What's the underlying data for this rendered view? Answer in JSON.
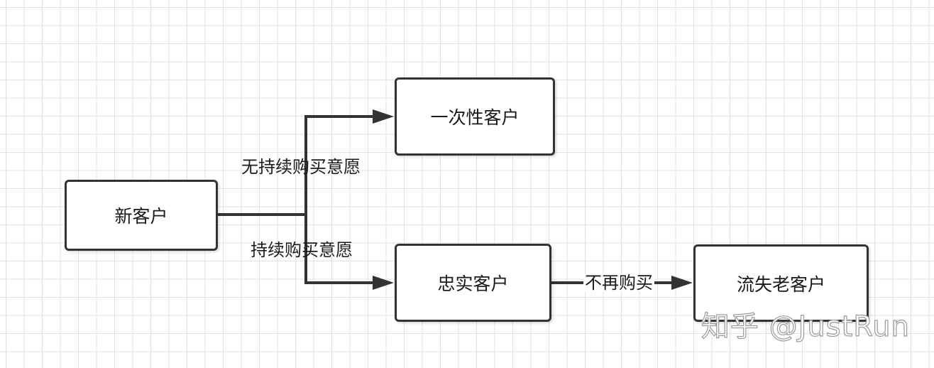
{
  "nodes": {
    "new_customer": "新客户",
    "one_time_customer": "一次性客户",
    "loyal_customer": "忠实客户",
    "lost_old_customer": "流失老客户"
  },
  "edges": {
    "no_intent_label": "无持续购买意愿",
    "intent_label": "持续购买意愿",
    "stop_buying_label": "不再购买"
  },
  "watermark": "知乎 @JustRun",
  "colors": {
    "stroke": "#333333",
    "grid": "#e2e2e2"
  }
}
